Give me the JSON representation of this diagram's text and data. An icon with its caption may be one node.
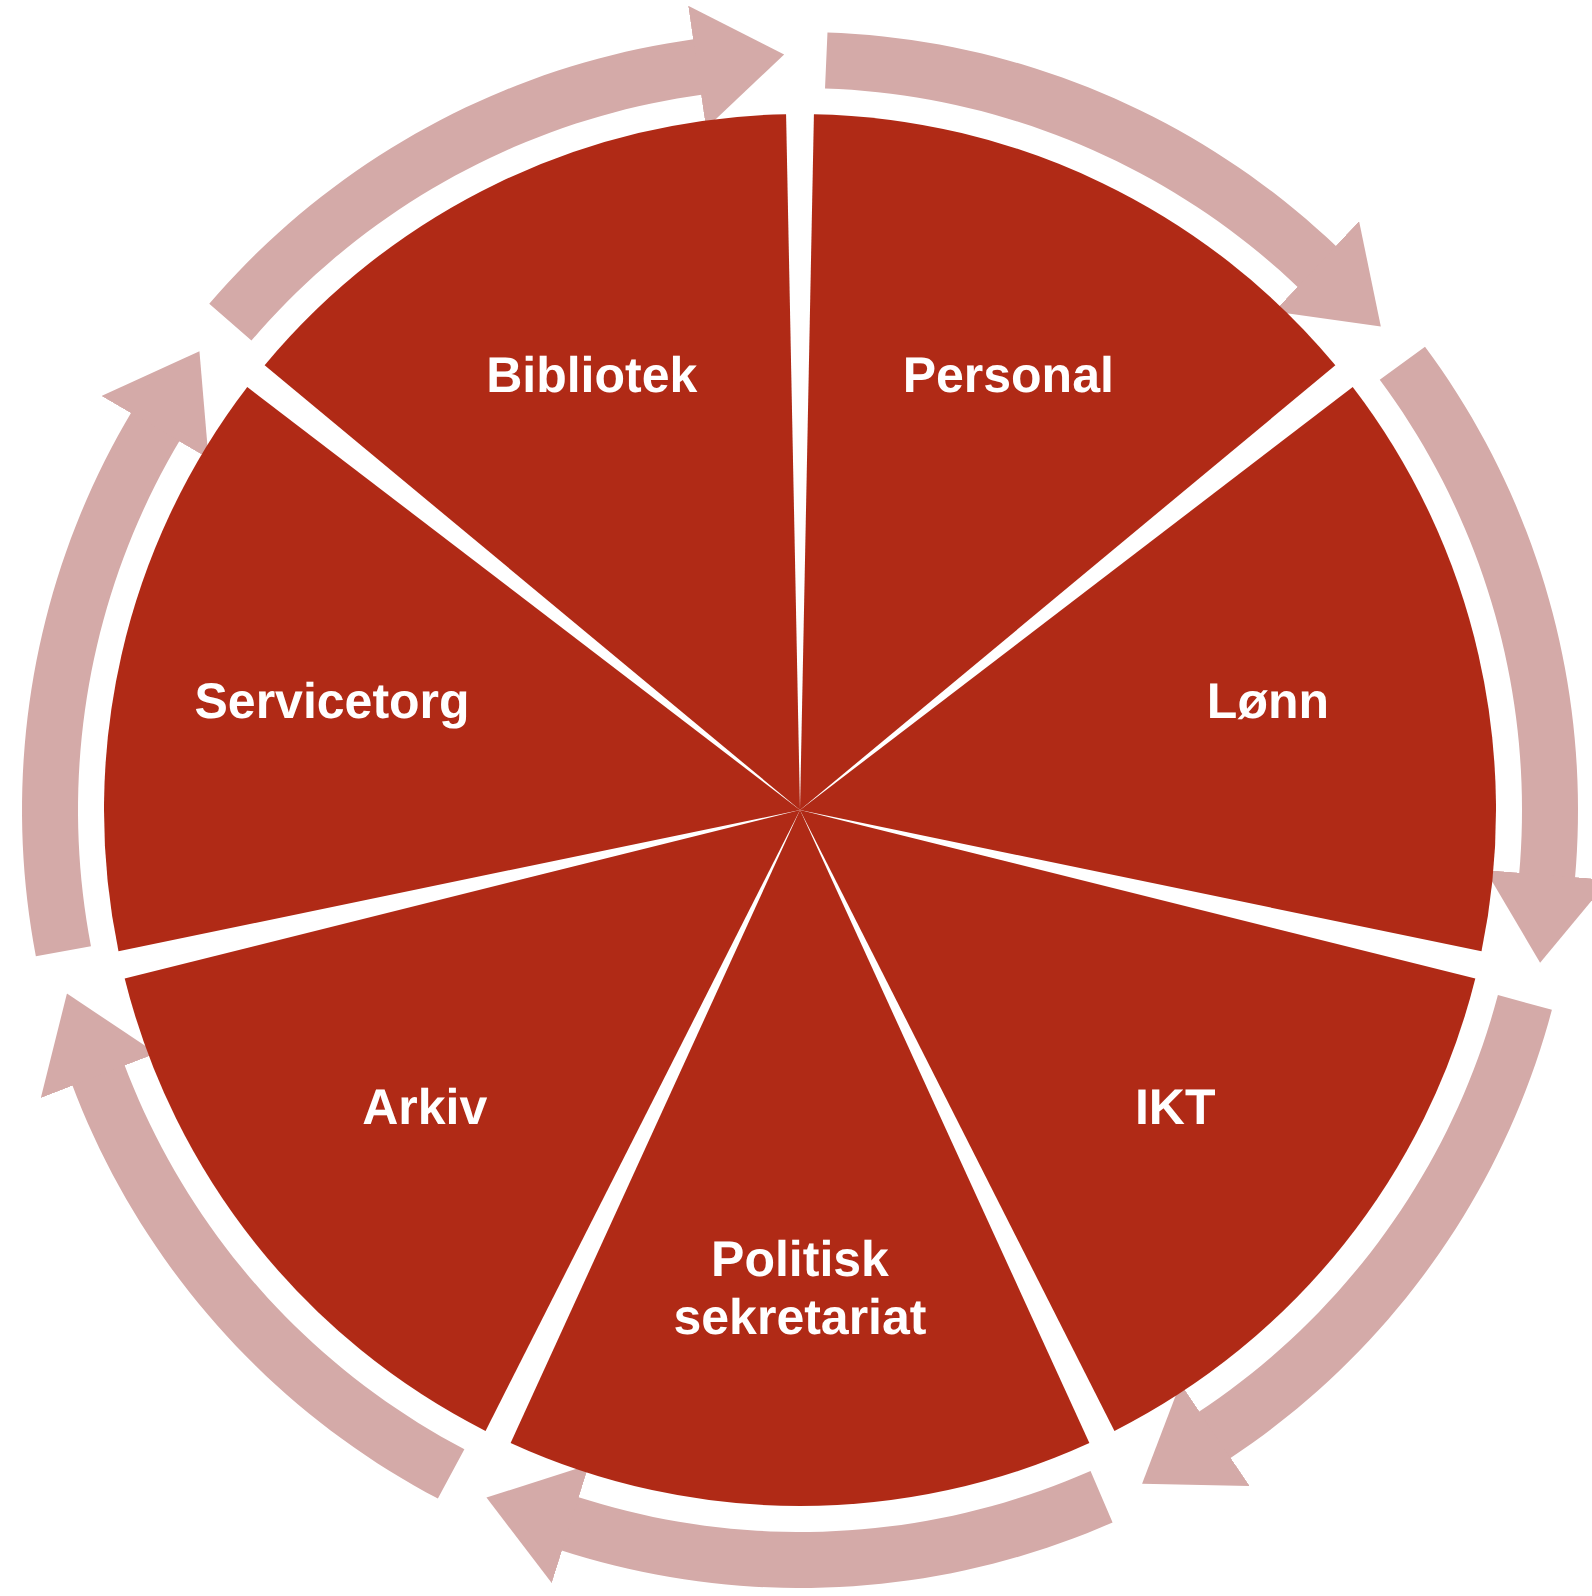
{
  "diagram": {
    "nodes": [
      {
        "text": [
          "Personal"
        ]
      },
      {
        "text": [
          "Lønn"
        ]
      },
      {
        "text": [
          "IKT"
        ]
      },
      {
        "text": [
          "Politisk sekretariat"
        ]
      },
      {
        "text": [
          "Arkiv"
        ]
      },
      {
        "text": [
          "Servicetorg"
        ]
      },
      {
        "text": [
          "Bibliotek"
        ]
      }
    ]
  }
}
